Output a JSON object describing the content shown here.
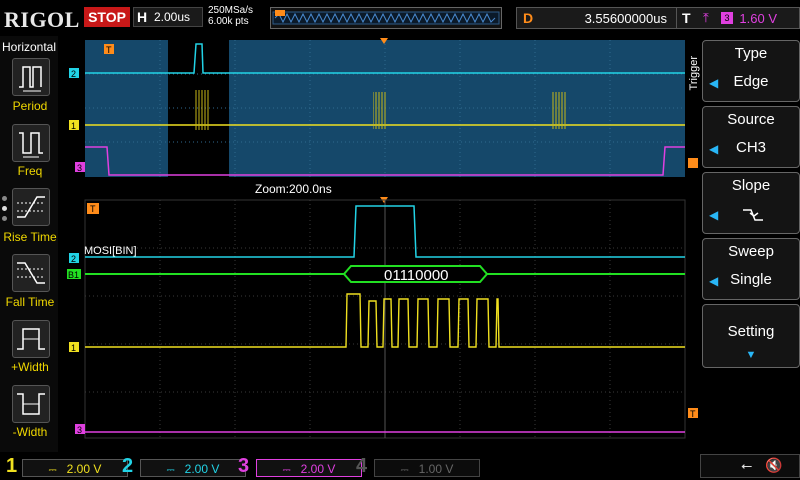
{
  "header": {
    "logo": "RIGOL",
    "run_state": "STOP",
    "timebase_key": "H",
    "timebase_value": "2.00us",
    "sample_rate": "250MSa/s",
    "mem_depth": "6.00k pts",
    "delay_key": "D",
    "delay_value": "3.55600000us",
    "trigger_key": "T",
    "trigger_source_badge": "3",
    "trigger_level": "1.60 V"
  },
  "left_panel": {
    "title": "Horizontal",
    "items": [
      {
        "label": "Period",
        "icon": "period-icon"
      },
      {
        "label": "Freq",
        "icon": "frequency-icon"
      },
      {
        "label": "Rise Time",
        "icon": "rise-time-icon"
      },
      {
        "label": "Fall Time",
        "icon": "fall-time-icon"
      },
      {
        "label": "+Width",
        "icon": "positive-width-icon"
      },
      {
        "label": "-Width",
        "icon": "negative-width-icon"
      }
    ]
  },
  "right_panel": {
    "side_label": "Trigger",
    "items": [
      {
        "title": "Type",
        "value": "Edge"
      },
      {
        "title": "Source",
        "value": "CH3"
      },
      {
        "title": "Slope",
        "value": ""
      },
      {
        "title": "Sweep",
        "value": "Single"
      },
      {
        "title": "Setting",
        "value": ""
      }
    ]
  },
  "waveform": {
    "zoom_label": "Zoom:200.0ns",
    "decode_label": "MOSI[BIN]",
    "decode_value": "01110000",
    "marker_t": "T",
    "marker_ch1": "1",
    "marker_ch2": "2",
    "marker_b1": "B1",
    "marker_ch3": "3"
  },
  "channels": [
    {
      "num": "1",
      "value": "2.00 V",
      "color": "#f0e020"
    },
    {
      "num": "2",
      "value": "2.00 V",
      "color": "#22d3e6"
    },
    {
      "num": "3",
      "value": "2.00 V",
      "color": "#e040e0"
    },
    {
      "num": "4",
      "value": "1.00 V",
      "color": "#555555"
    }
  ],
  "colors": {
    "ch1": "#f0e020",
    "ch2": "#22d3e6",
    "ch3": "#e040e0",
    "decode": "#22e022",
    "trigger": "#ff8c1a",
    "stop": "#c81818"
  }
}
